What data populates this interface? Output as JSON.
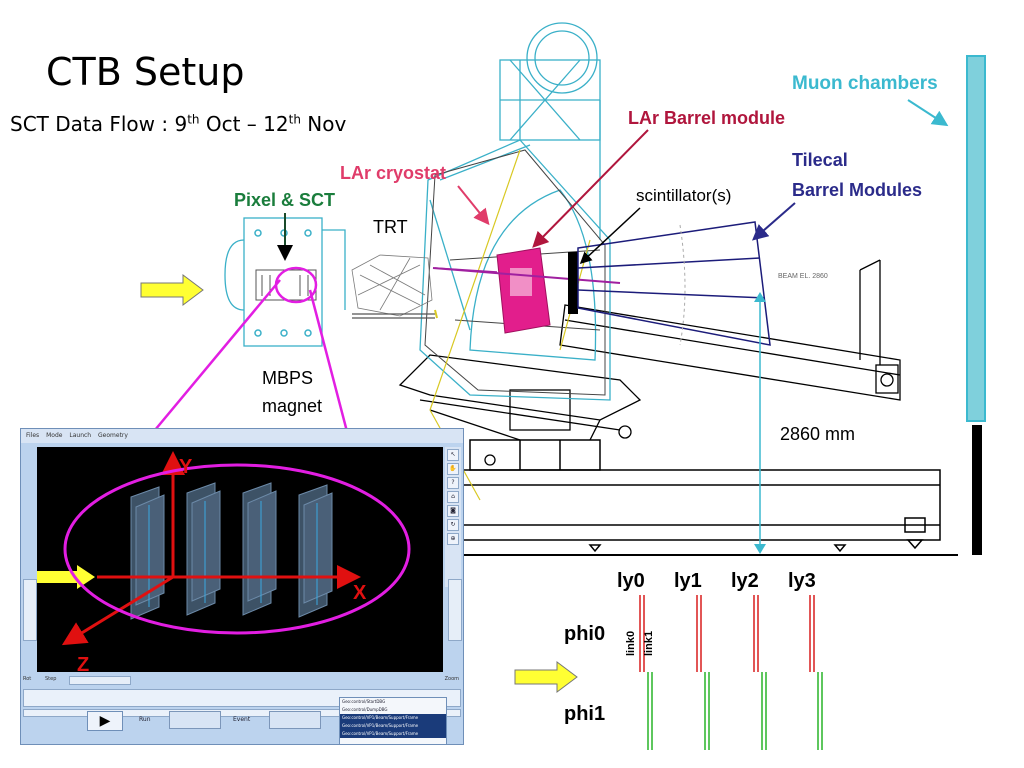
{
  "header": {
    "title": "CTB Setup",
    "subtitle_pre": "SCT Data Flow : 9",
    "subtitle_sup1": "th",
    "subtitle_mid": " Oct – 12",
    "subtitle_sup2": "th",
    "subtitle_post": " Nov"
  },
  "labels": {
    "muon_chambers": "Muon chambers",
    "lar_barrel_module": "LAr Barrel module",
    "tilecal_line1": "Tilecal",
    "tilecal_line2": "Barrel Modules",
    "lar_cryostat": "LAr cryostat",
    "scintillators": "scintillator(s)",
    "pixel_sct": "Pixel & SCT",
    "trt": "TRT",
    "mbps_line1": "MBPS",
    "mbps_line2": "magnet",
    "distance": "2860 mm",
    "beam_note": "BEAM EL. 2860"
  },
  "layers": [
    "ly0",
    "ly1",
    "ly2",
    "ly3"
  ],
  "phi_rows": [
    "phi0",
    "phi1"
  ],
  "links": [
    "link0",
    "link1"
  ],
  "axes": {
    "y": "Y",
    "x": "X",
    "z": "Z"
  },
  "event_display": {
    "menu": [
      "Files",
      "Mode",
      "Launch",
      "Geometry"
    ],
    "toolbar_icons": [
      "pointer-icon",
      "hand-icon",
      "question-icon",
      "home-icon",
      "camera-icon",
      "rotate-icon",
      "zoom-icon"
    ],
    "ctrl_left": "Rot",
    "ctrl_mid": "Step",
    "ctrl_right": "Zoom",
    "run_label": "Run",
    "event_label": "Event",
    "run_value": "",
    "event_value": "",
    "files": [
      "Geo:control/StartDBG",
      "Geo:control/DumpDBG",
      "Geo:control/VP1/Beam/Support/Frame",
      "Geo:control/VP1/Beam/Support/Frame",
      "Geo:control/VP1/Beam/Support/Frame"
    ]
  },
  "colors": {
    "muon": "#3bb9cf",
    "lar_barrel": "#b0163d",
    "tilecal": "#2b2b8a",
    "cryostat_label": "#e03c6a",
    "pixel_label": "#1a7d3c",
    "magenta_zoom": "#e21ee2",
    "arrow_yellow": "#ffff33",
    "axis_red": "#e01010",
    "link_red": "#d81e1e",
    "link_green": "#28b428",
    "cryostat_line": "#3ab0c8"
  }
}
